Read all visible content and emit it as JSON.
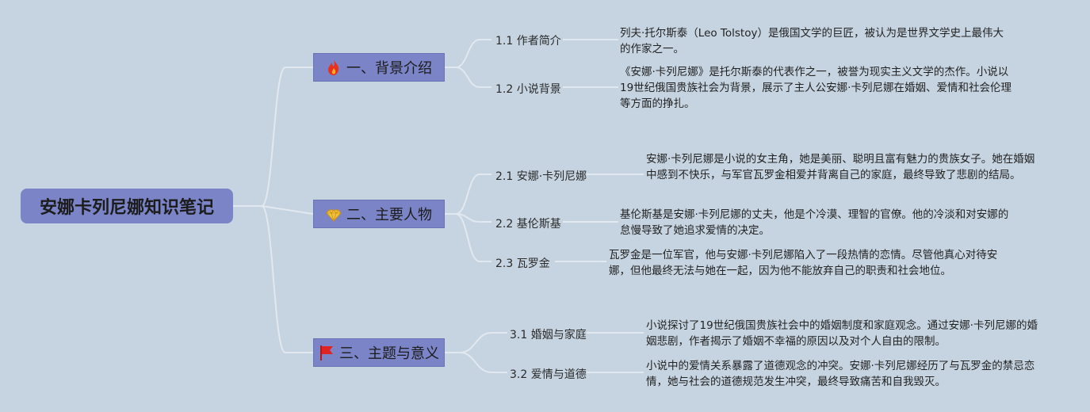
{
  "root": {
    "title": "安娜卡列尼娜知识笔记"
  },
  "branches": [
    {
      "label": "一、背景介绍",
      "icon": "fire-icon",
      "children": [
        {
          "label": "1.1 作者简介",
          "text": "列夫·托尔斯泰（Leo Tolstoy）是俄国文学的巨匠，被认为是世界文学史上最伟大的作家之一。"
        },
        {
          "label": "1.2 小说背景",
          "text": "《安娜·卡列尼娜》是托尔斯泰的代表作之一，被誉为现实主义文学的杰作。小说以19世纪俄国贵族社会为背景，展示了主人公安娜·卡列尼娜在婚姻、爱情和社会伦理等方面的挣扎。"
        }
      ]
    },
    {
      "label": "二、主要人物",
      "icon": "gem-icon",
      "children": [
        {
          "label": "2.1 安娜·卡列尼娜",
          "text": "安娜·卡列尼娜是小说的女主角，她是美丽、聪明且富有魅力的贵族女子。她在婚姻中感到不快乐，与军官瓦罗金相爱并背离自己的家庭，最终导致了悲剧的结局。"
        },
        {
          "label": "2.2 基伦斯基",
          "text": "基伦斯基是安娜·卡列尼娜的丈夫，他是个冷漠、理智的官僚。他的冷淡和对安娜的怠慢导致了她追求爱情的决定。"
        },
        {
          "label": "2.3 瓦罗金",
          "text": "瓦罗金是一位军官，他与安娜·卡列尼娜陷入了一段热情的恋情。尽管他真心对待安娜，但他最终无法与她在一起，因为他不能放弃自己的职责和社会地位。"
        }
      ]
    },
    {
      "label": "三、主题与意义",
      "icon": "flag-icon",
      "children": [
        {
          "label": "3.1 婚姻与家庭",
          "text": "小说探讨了19世纪俄国贵族社会中的婚姻制度和家庭观念。通过安娜·卡列尼娜的婚姻悲剧，作者揭示了婚姻不幸福的原因以及对个人自由的限制。"
        },
        {
          "label": "3.2 爱情与道德",
          "text": "小说中的爱情关系暴露了道德观念的冲突。安娜·卡列尼娜经历了与瓦罗金的禁忌恋情，她与社会的道德规范发生冲突，最终导致痛苦和自我毁灭。"
        }
      ]
    }
  ]
}
